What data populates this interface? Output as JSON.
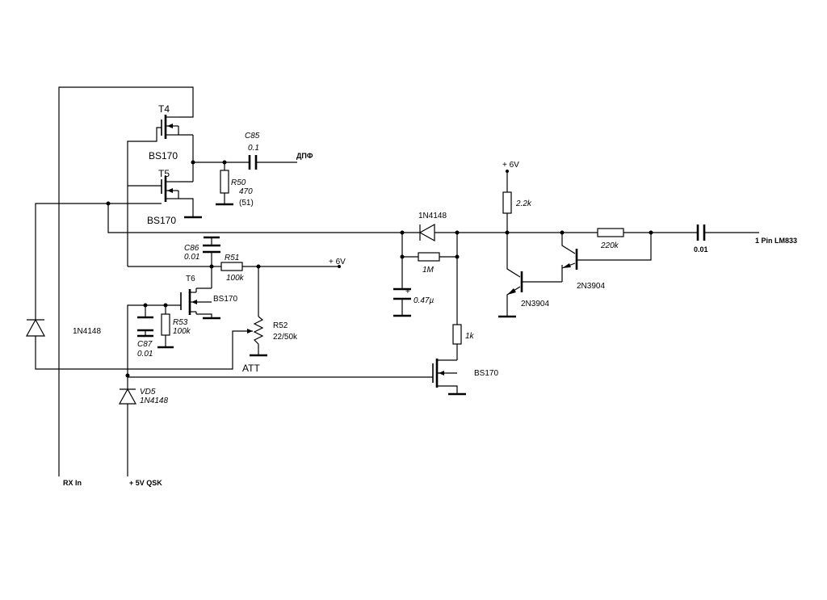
{
  "labels": {
    "t4_ref": "T4",
    "t4_part": "BS170",
    "t5_ref": "T5",
    "t5_part": "BS170",
    "c85_ref": "C85",
    "c85_val": "0.1",
    "dpf": "ДПФ",
    "r50_ref": "R50",
    "r50_val": "470",
    "r50_alt": "(51)",
    "c86_ref": "C86",
    "c86_val": "0.01",
    "r51_ref": "R51",
    "r51_val": "100k",
    "v6_a": "+ 6V",
    "t6_ref": "T6",
    "t6_part": "BS170",
    "r53_ref": "R53",
    "r53_val": "100k",
    "c87_ref": "C87",
    "c87_val": "0.01",
    "r52_ref": "R52",
    "r52_val": "22/50k",
    "att": "ATT",
    "d_left": "1N4148",
    "vd5_ref": "VD5",
    "vd5_part": "1N4148",
    "rx_in": "RX In",
    "qsk": "+ 5V QSK",
    "d_top": "1N4148",
    "r_1m": "1M",
    "c_047": "0.47µ",
    "plus": "+",
    "r_1k": "1k",
    "t_bs170": "BS170",
    "v6_b": "+ 6V",
    "r_2k2": "2.2k",
    "r_220k": "220k",
    "q1": "2N3904",
    "q2": "2N3904",
    "c_001": "0.01",
    "out": "1 Pin LM833"
  }
}
